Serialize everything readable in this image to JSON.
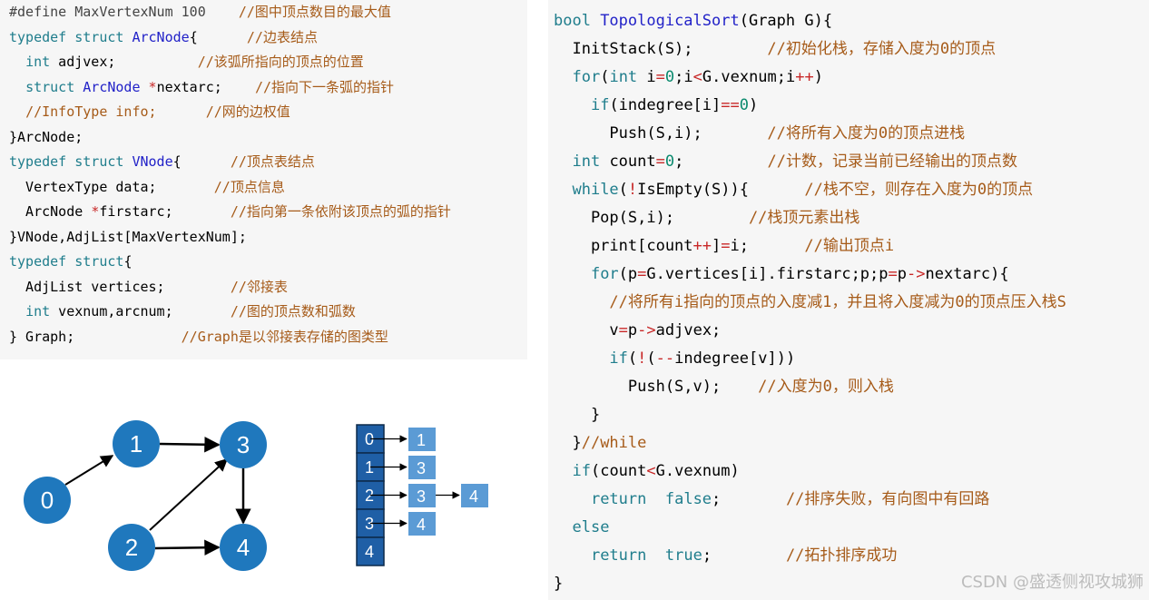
{
  "left_code": [
    [
      [
        "pre",
        "#define MaxVertexNum 100"
      ],
      [
        "",
        "    "
      ],
      [
        "c",
        "//图中顶点数目的最大值"
      ]
    ],
    [
      [
        "k",
        "typedef struct "
      ],
      [
        "t",
        "ArcNode"
      ],
      [
        "",
        "{      "
      ],
      [
        "c",
        "//边表结点"
      ]
    ],
    [
      [
        "",
        "  "
      ],
      [
        "k",
        "int"
      ],
      [
        "",
        " adjvex;          "
      ],
      [
        "c",
        "//该弧所指向的顶点的位置"
      ]
    ],
    [
      [
        "",
        "  "
      ],
      [
        "k",
        "struct "
      ],
      [
        "t",
        "ArcNode"
      ],
      [
        "",
        " "
      ],
      [
        "o",
        "*"
      ],
      [
        "",
        "nextarc;    "
      ],
      [
        "c",
        "//指向下一条弧的指针"
      ]
    ],
    [
      [
        "",
        "  "
      ],
      [
        "c",
        "//InfoType info;      //网的边权值"
      ]
    ],
    [
      [
        "",
        "}ArcNode;"
      ]
    ],
    [
      [
        "k",
        "typedef struct "
      ],
      [
        "t",
        "VNode"
      ],
      [
        "",
        "{      "
      ],
      [
        "c",
        "//顶点表结点"
      ]
    ],
    [
      [
        "",
        "  VertexType data;       "
      ],
      [
        "c",
        "//顶点信息"
      ]
    ],
    [
      [
        "",
        "  ArcNode "
      ],
      [
        "o",
        "*"
      ],
      [
        "",
        "firstarc;       "
      ],
      [
        "c",
        "//指向第一条依附该顶点的弧的指针"
      ]
    ],
    [
      [
        "",
        "}VNode,AdjList[MaxVertexNum];"
      ]
    ],
    [
      [
        "k",
        "typedef struct"
      ],
      [
        "",
        "{"
      ]
    ],
    [
      [
        "",
        "  AdjList vertices;        "
      ],
      [
        "c",
        "//邻接表"
      ]
    ],
    [
      [
        "",
        "  "
      ],
      [
        "k",
        "int"
      ],
      [
        "",
        " vexnum,arcnum;       "
      ],
      [
        "c",
        "//图的顶点数和弧数"
      ]
    ],
    [
      [
        "",
        "} Graph;             "
      ],
      [
        "c",
        "//Graph是以邻接表存储的图类型"
      ]
    ]
  ],
  "right_code": [
    [
      [
        "k",
        "bool "
      ],
      [
        "t",
        "TopologicalSort"
      ],
      [
        "",
        "(Graph G){"
      ]
    ],
    [
      [
        "",
        "  InitStack(S);        "
      ],
      [
        "c",
        "//初始化栈，存储入度为0的顶点"
      ]
    ],
    [
      [
        "",
        "  "
      ],
      [
        "k",
        "for"
      ],
      [
        "",
        "("
      ],
      [
        "k",
        "int"
      ],
      [
        "",
        " i"
      ],
      [
        "o",
        "="
      ],
      [
        "p",
        "0"
      ],
      [
        "",
        ";i"
      ],
      [
        "o",
        "<"
      ],
      [
        "",
        "G.vexnum;i"
      ],
      [
        "o",
        "++"
      ],
      [
        "",
        ")"
      ]
    ],
    [
      [
        "",
        "    "
      ],
      [
        "k",
        "if"
      ],
      [
        "",
        "(indegree[i]"
      ],
      [
        "o",
        "=="
      ],
      [
        "p",
        "0"
      ],
      [
        "",
        ")"
      ]
    ],
    [
      [
        "",
        "      Push(S,i);       "
      ],
      [
        "c",
        "//将所有入度为0的顶点进栈"
      ]
    ],
    [
      [
        "",
        "  "
      ],
      [
        "k",
        "int"
      ],
      [
        "",
        " count"
      ],
      [
        "o",
        "="
      ],
      [
        "p",
        "0"
      ],
      [
        "",
        ";         "
      ],
      [
        "c",
        "//计数，记录当前已经输出的顶点数"
      ]
    ],
    [
      [
        "",
        "  "
      ],
      [
        "k",
        "while"
      ],
      [
        "",
        "("
      ],
      [
        "o",
        "!"
      ],
      [
        "",
        "IsEmpty(S)){      "
      ],
      [
        "c",
        "//栈不空，则存在入度为0的顶点"
      ]
    ],
    [
      [
        "",
        "    Pop(S,i);        "
      ],
      [
        "c",
        "//栈顶元素出栈"
      ]
    ],
    [
      [
        "",
        "    print[count"
      ],
      [
        "o",
        "++"
      ],
      [
        "",
        "]"
      ],
      [
        "o",
        "="
      ],
      [
        "",
        "i;      "
      ],
      [
        "c",
        "//输出顶点i"
      ]
    ],
    [
      [
        "",
        "    "
      ],
      [
        "k",
        "for"
      ],
      [
        "",
        "(p"
      ],
      [
        "o",
        "="
      ],
      [
        "",
        "G.vertices[i].firstarc;p;p"
      ],
      [
        "o",
        "="
      ],
      [
        "",
        "p"
      ],
      [
        "o",
        "->"
      ],
      [
        "",
        "nextarc){"
      ]
    ],
    [
      [
        "",
        "      "
      ],
      [
        "c",
        "//将所有i指向的顶点的入度减1，并且将入度减为0的顶点压入栈S"
      ]
    ],
    [
      [
        "",
        "      v"
      ],
      [
        "o",
        "="
      ],
      [
        "",
        "p"
      ],
      [
        "o",
        "->"
      ],
      [
        "",
        "adjvex;"
      ]
    ],
    [
      [
        "",
        "      "
      ],
      [
        "k",
        "if"
      ],
      [
        "",
        "("
      ],
      [
        "o",
        "!"
      ],
      [
        "",
        "("
      ],
      [
        "o",
        "--"
      ],
      [
        "",
        "indegree[v]))"
      ]
    ],
    [
      [
        "",
        "        Push(S,v);    "
      ],
      [
        "c",
        "//入度为0，则入栈"
      ]
    ],
    [
      [
        "",
        "    }"
      ]
    ],
    [
      [
        "",
        "  }"
      ],
      [
        "c",
        "//while"
      ]
    ],
    [
      [
        "",
        "  "
      ],
      [
        "k",
        "if"
      ],
      [
        "",
        "(count"
      ],
      [
        "o",
        "<"
      ],
      [
        "",
        "G.vexnum)"
      ]
    ],
    [
      [
        "",
        "    "
      ],
      [
        "k",
        "return"
      ],
      [
        "",
        "  "
      ],
      [
        "k",
        "false"
      ],
      [
        "",
        ";       "
      ],
      [
        "c",
        "//排序失败，有向图中有回路"
      ]
    ],
    [
      [
        "",
        "  "
      ],
      [
        "k",
        "else"
      ]
    ],
    [
      [
        "",
        "    "
      ],
      [
        "k",
        "return"
      ],
      [
        "",
        "  "
      ],
      [
        "k",
        "true"
      ],
      [
        "",
        ";        "
      ],
      [
        "c",
        "//拓扑排序成功"
      ]
    ],
    [
      [
        "",
        "}"
      ]
    ]
  ],
  "graph": {
    "nodes": [
      "0",
      "1",
      "2",
      "3",
      "4"
    ],
    "edges": [
      [
        "0",
        "1"
      ],
      [
        "1",
        "3"
      ],
      [
        "2",
        "3"
      ],
      [
        "2",
        "4"
      ],
      [
        "3",
        "4"
      ]
    ]
  },
  "adjacency": {
    "indices": [
      "0",
      "1",
      "2",
      "3",
      "4"
    ],
    "arc_rows": [
      [
        "1"
      ],
      [
        "3"
      ],
      [
        "3",
        "4"
      ],
      [
        "4"
      ],
      []
    ]
  },
  "colors": {
    "node_fill": "#1f78bd",
    "vertex_table": "#1f5fa6",
    "arc_node": "#5b9bd5",
    "keyword": "#1f7d8c",
    "type_name": "#2222c8",
    "comment": "#a65b19",
    "operator": "#c82828"
  },
  "watermark": "CSDN @盛透侧视攻城狮"
}
